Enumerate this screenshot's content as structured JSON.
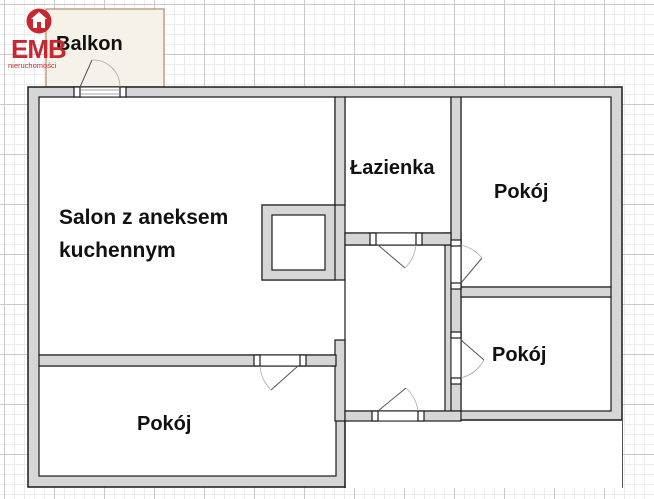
{
  "logo": {
    "brand": "EMB",
    "tagline": "nieruchomości"
  },
  "rooms": {
    "balcony": "Balkon",
    "bathroom": "Łazienka",
    "living_line1": "Salon z aneksem",
    "living_line2": "kuchennym",
    "bedroom_top_right": "Pokój",
    "bedroom_mid_right": "Pokój",
    "bedroom_bottom_left": "Pokój"
  },
  "colors": {
    "wall_fill": "#d6d6d6",
    "wall_stroke": "#1a1a1a",
    "balcony_fill": "#f6f2ea",
    "balcony_stroke": "#b48a6a",
    "logo_red": "#c8272f"
  }
}
